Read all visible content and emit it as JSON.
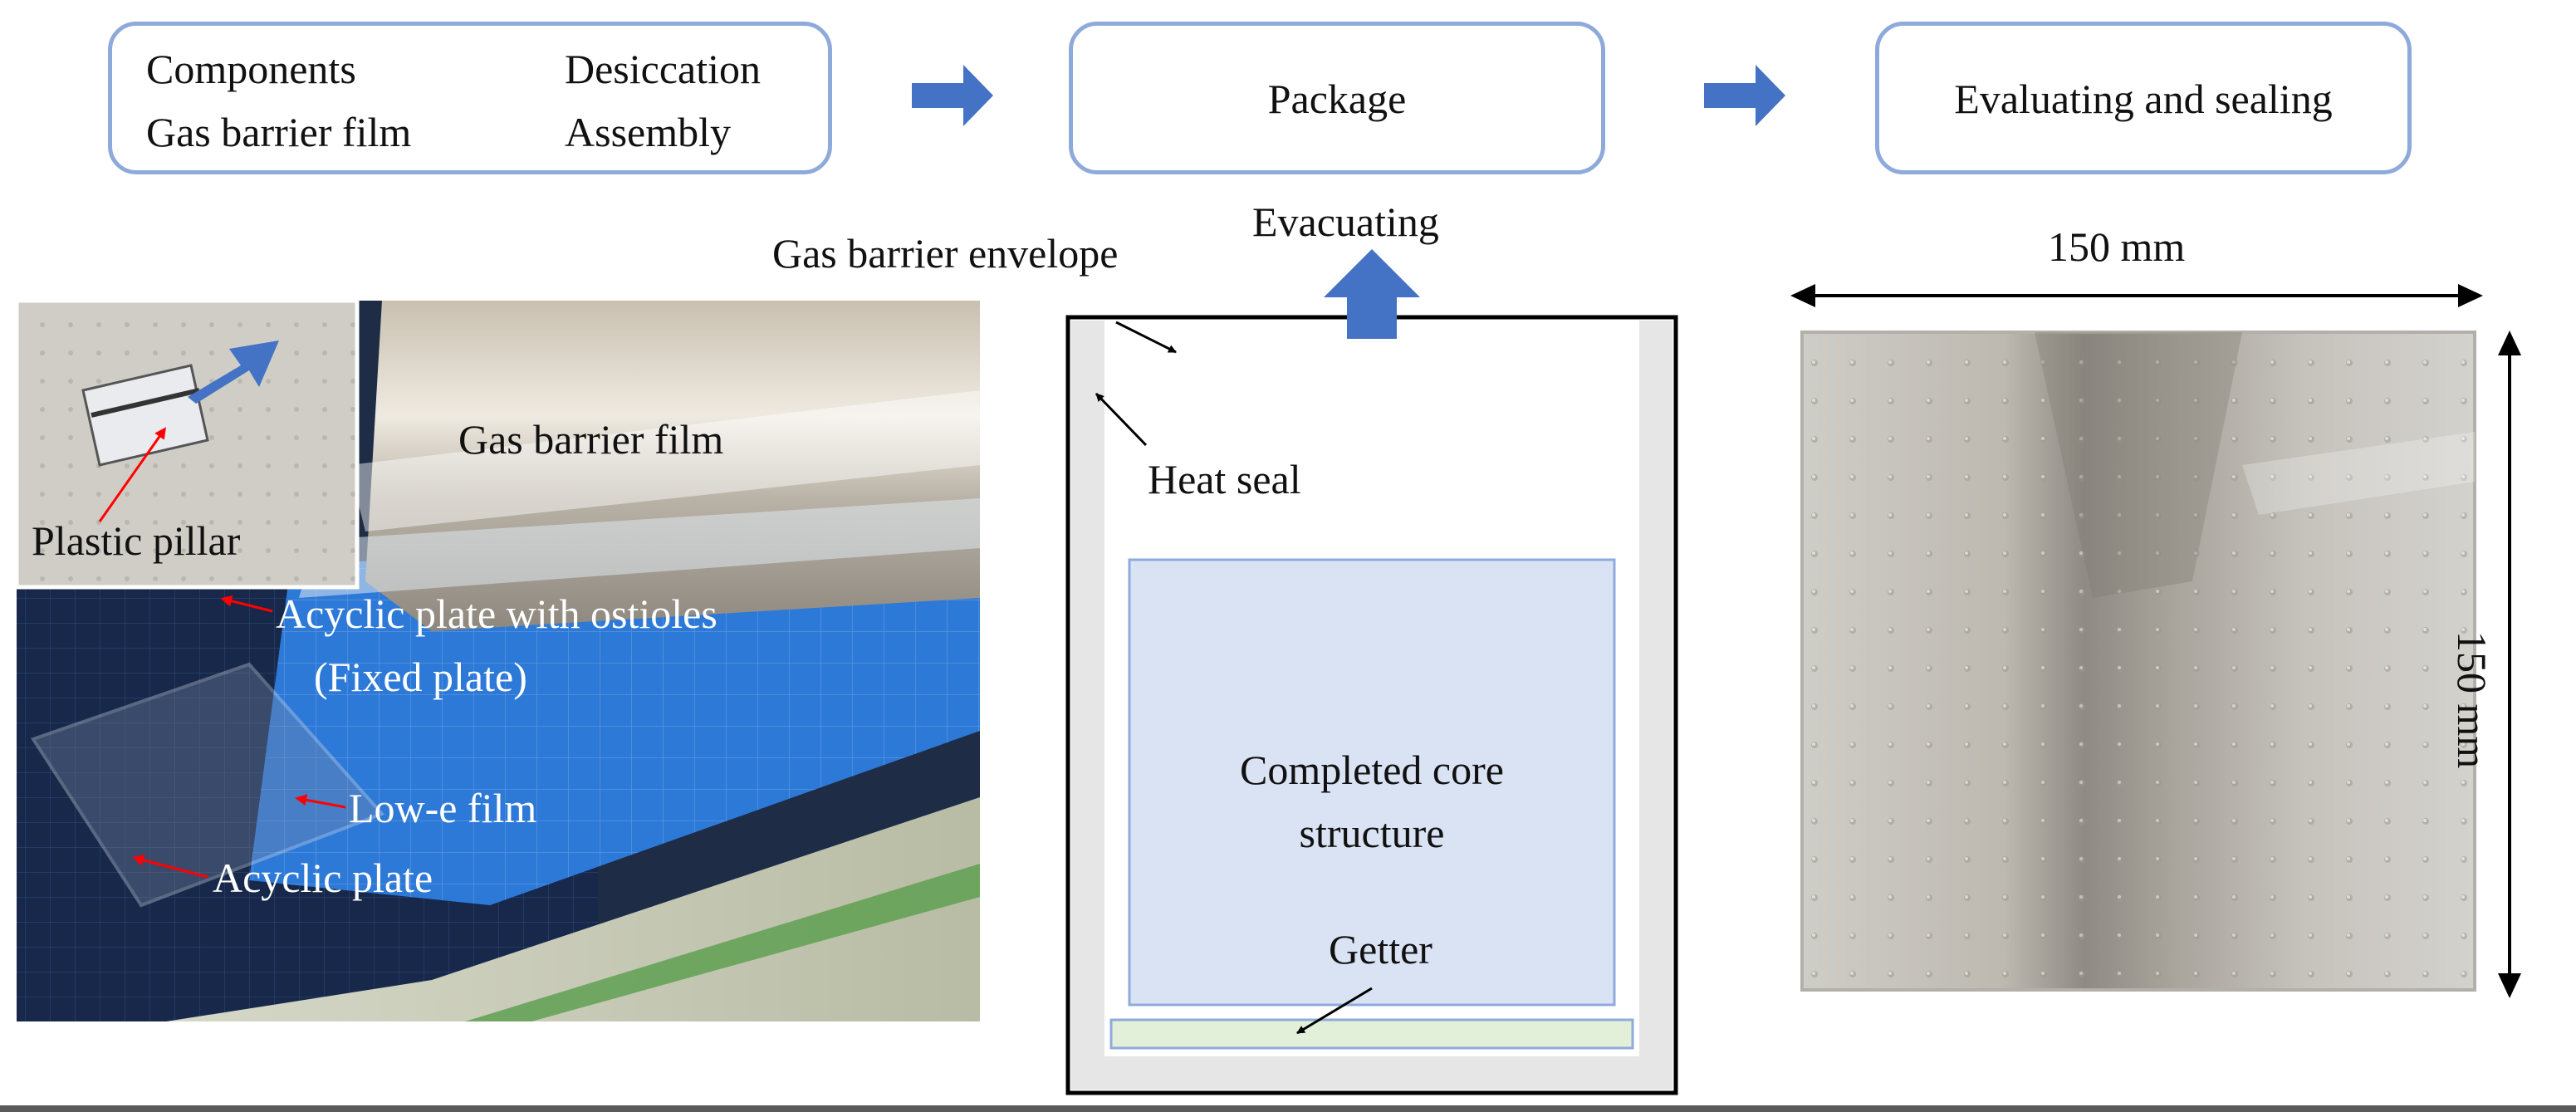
{
  "steps": {
    "components": {
      "col1": [
        "Components",
        "Gas barrier film"
      ],
      "col2": [
        "Desiccation",
        "Assembly"
      ]
    },
    "package": "Package",
    "evaluating": "Evaluating and sealing"
  },
  "photo_labels": {
    "gas_barrier_film": "Gas barrier film",
    "plastic_pillar": "Plastic pillar",
    "acyclic_plate_ostioles": "Acyclic plate with ostioles",
    "fixed_plate": "(Fixed plate)",
    "low_e_film": "Low-e film",
    "acyclic_plate": "Acyclic plate"
  },
  "package_labels": {
    "evacuating": "Evacuating",
    "gas_barrier_envelope": "Gas barrier envelope",
    "heat_seal": "Heat seal",
    "core_line1": "Completed core",
    "core_line2": "structure",
    "getter": "Getter"
  },
  "dimensions": {
    "width": "150 mm",
    "height": "150 mm"
  },
  "colors": {
    "box_border": "#8eaadb",
    "flow_arrow": "#4472c4",
    "core_fill": "#dae3f3",
    "core_border": "#8faadc",
    "getter_fill": "#e2efd9",
    "seal_gray": "#e6e6e6",
    "leader_red": "#ff0000"
  }
}
